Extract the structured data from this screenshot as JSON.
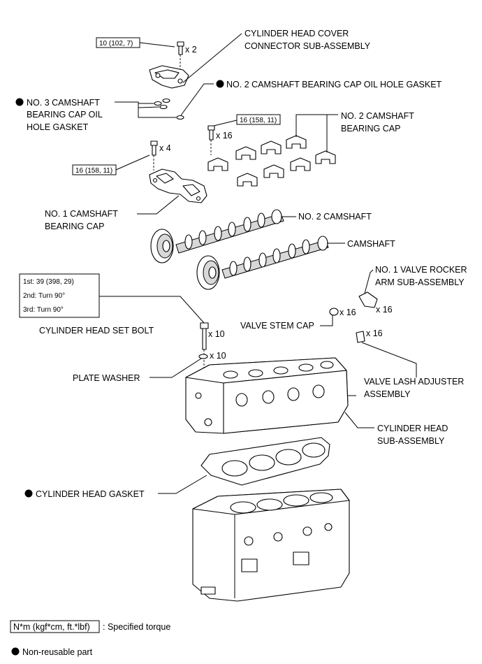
{
  "torque_specs": {
    "cover_connector": "10 (102, 7)",
    "camshaft_caps": "16 (158, 11)",
    "no1_bearing_cap": "16 (158, 11)",
    "head_bolt": {
      "step1": "1st: 39 (398, 29)",
      "step2": "2nd: Turn 90°",
      "step3": "3rd: Turn 90°"
    }
  },
  "quantities": {
    "cover_connector_bolts": "x 2",
    "camshaft_cap_bolts": "x 16",
    "no1_cap_bolts": "x 4",
    "head_bolts": "x 10",
    "plate_washers": "x 10",
    "valve_stem_caps": "x 16",
    "rocker_arms": "x 16",
    "lash_adjusters": "x 16"
  },
  "labels": {
    "cover_connector": [
      "CYLINDER HEAD COVER",
      "CONNECTOR SUB-ASSEMBLY"
    ],
    "no2_oil_hole_gasket": "NO. 2 CAMSHAFT BEARING CAP OIL HOLE GASKET",
    "no3_oil_hole_gasket": [
      "NO. 3 CAMSHAFT",
      "BEARING CAP OIL",
      "HOLE GASKET"
    ],
    "no2_bearing_cap": [
      "NO. 2 CAMSHAFT",
      "BEARING CAP"
    ],
    "no1_bearing_cap": [
      "NO. 1 CAMSHAFT",
      "BEARING CAP"
    ],
    "no2_camshaft": "NO. 2 CAMSHAFT",
    "camshaft": "CAMSHAFT",
    "rocker_arm": [
      "NO. 1 VALVE ROCKER",
      "ARM SUB-ASSEMBLY"
    ],
    "valve_stem_cap": "VALVE STEM CAP",
    "head_set_bolt": "CYLINDER HEAD SET BOLT",
    "plate_washer": "PLATE WASHER",
    "lash_adjuster": [
      "VALVE LASH ADJUSTER",
      "ASSEMBLY"
    ],
    "cylinder_head": [
      "CYLINDER HEAD",
      "SUB-ASSEMBLY"
    ],
    "head_gasket": "CYLINDER HEAD GASKET"
  },
  "legend": {
    "torque_unit": "N*m (kgf*cm, ft.*lbf)",
    "torque_text": ": Specified torque",
    "non_reusable": "Non-reusable part"
  }
}
